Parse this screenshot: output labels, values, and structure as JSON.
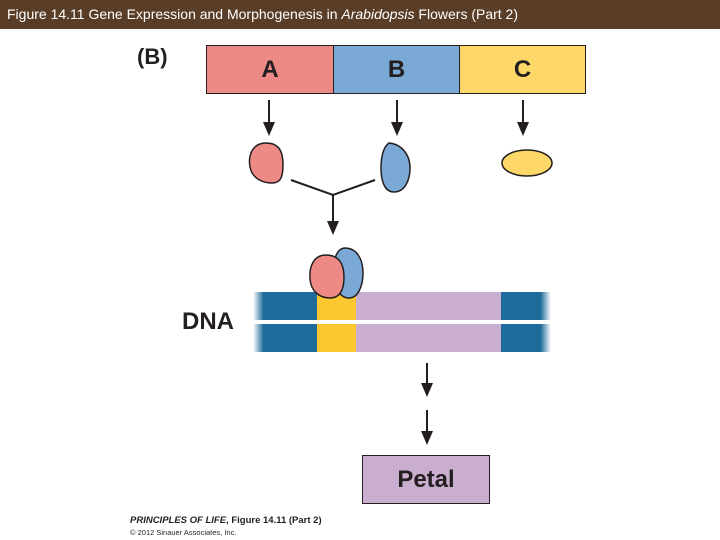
{
  "header": {
    "title_prefix": "Figure 14.11  Gene Expression and Morphogenesis in ",
    "title_italic": "Arabidopsis",
    "title_suffix": " Flowers (Part 2)"
  },
  "panel": {
    "label": "(B)"
  },
  "genes": [
    {
      "label": "A",
      "color": "#ee8a86"
    },
    {
      "label": "B",
      "color": "#7aa9d6"
    },
    {
      "label": "C",
      "color": "#fdd868"
    }
  ],
  "dna": {
    "label": "DNA"
  },
  "result": {
    "label": "Petal"
  },
  "credit": {
    "book": "PRINCIPLES OF LIFE",
    "figure": ", Figure 14.11 (Part 2)",
    "copyright": "© 2012 Sinauer Associates, Inc."
  },
  "colors": {
    "header_bg": "#5a3d26",
    "protein_a": "#ee8a86",
    "protein_b": "#7aa9d6",
    "protein_c": "#fdd868",
    "dna_blue": "#1f6c9c",
    "dna_yellow": "#fdc82f",
    "dna_purple": "#c9aed0"
  }
}
